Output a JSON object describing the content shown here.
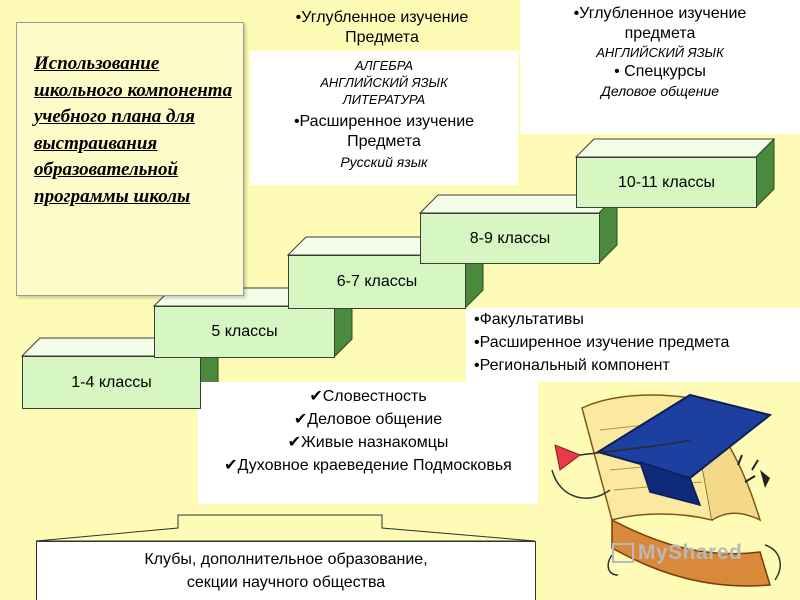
{
  "title": "Использование школьного компонента учебного плана для выстраивания образовательной программы школы",
  "steps": [
    {
      "label": "1-4 классы"
    },
    {
      "label": "5 классы"
    },
    {
      "label": "6-7 классы"
    },
    {
      "label": "8-9 классы"
    },
    {
      "label": "10-11 классы"
    }
  ],
  "block_top_center": {
    "line1": "•Углубленное изучение",
    "line2": "Предмета",
    "subjects": [
      "АЛГЕБРА",
      "АНГЛИЙСКИЙ ЯЗЫК",
      "ЛИТЕРАТУРА"
    ],
    "line3": "•Расширенное изучение",
    "line4": "Предмета",
    "subject2": "Русский язык"
  },
  "block_top_right": {
    "line1": "•Углубленное изучение",
    "line2": "предмета",
    "subject": "АНГЛИЙСКИЙ ЯЗЫК",
    "line3": "• Спецкурсы",
    "subject2": "Деловое общение"
  },
  "block_right_middle": {
    "items": [
      "•Факультативы",
      "•Расширенное изучение предмета",
      "•Региональный компонент"
    ]
  },
  "block_center": {
    "items": [
      "Словестность",
      "Деловое общение",
      "Живые назнакомцы",
      "Духовное краеведение Подмосковья"
    ]
  },
  "block_bottom": {
    "line1": "Клубы, дополнительное образование,",
    "line2": "секции научного общества"
  },
  "watermark": "MyShared"
}
